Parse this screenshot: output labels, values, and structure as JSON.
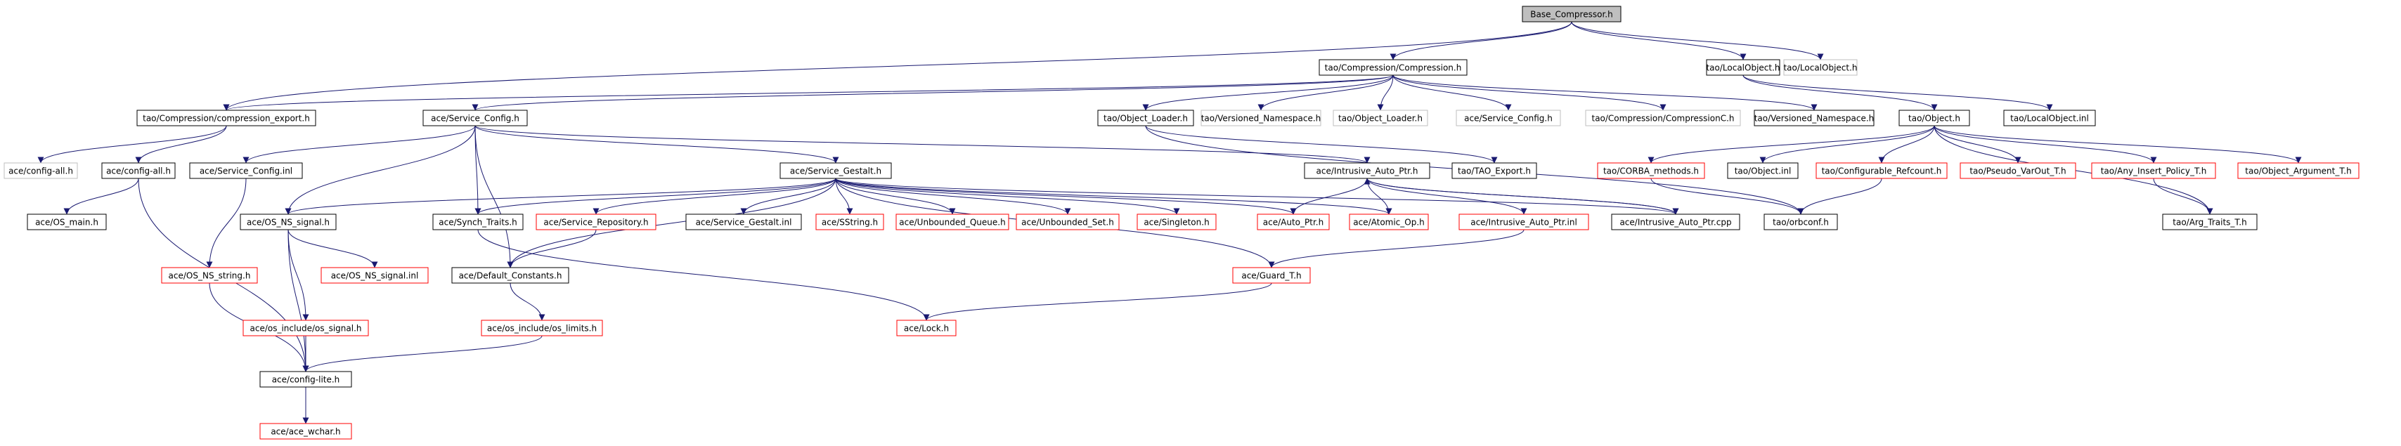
{
  "graph": {
    "edge_color": "#191970",
    "style_colors": {
      "root": {
        "fill": "#bfbfbf",
        "stroke": "#000000",
        "text": "#000000"
      },
      "normal": {
        "fill": "#ffffff",
        "stroke": "#000000",
        "text": "#000000"
      },
      "red": {
        "fill": "#ffffff",
        "stroke": "#ff0000",
        "text": "#000000"
      },
      "plain": {
        "fill": "#ffffff",
        "stroke": "#bfbfbf",
        "text": "#000000"
      }
    },
    "nodes": [
      {
        "id": "base_compressor",
        "label": "Base_Compressor.h",
        "style": "root"
      },
      {
        "id": "compression_h",
        "label": "tao/Compression/Compression.h",
        "style": "normal"
      },
      {
        "id": "localobject_h",
        "label": "tao/LocalObject.h",
        "style": "normal"
      },
      {
        "id": "localobject_h_plain",
        "label": "tao/LocalObject.h",
        "style": "plain"
      },
      {
        "id": "compression_export",
        "label": "tao/Compression/compression_export.h",
        "style": "normal"
      },
      {
        "id": "service_config_h",
        "label": "ace/Service_Config.h",
        "style": "normal"
      },
      {
        "id": "object_loader_h",
        "label": "tao/Object_Loader.h",
        "style": "normal"
      },
      {
        "id": "versioned_ns_plain",
        "label": "tao/Versioned_Namespace.h",
        "style": "plain"
      },
      {
        "id": "object_loader_plain",
        "label": "tao/Object_Loader.h",
        "style": "plain"
      },
      {
        "id": "service_config_plain",
        "label": "ace/Service_Config.h",
        "style": "plain"
      },
      {
        "id": "compressionc_plain",
        "label": "tao/Compression/CompressionC.h",
        "style": "plain"
      },
      {
        "id": "versioned_ns_h",
        "label": "tao/Versioned_Namespace.h",
        "style": "normal"
      },
      {
        "id": "object_h",
        "label": "tao/Object.h",
        "style": "normal"
      },
      {
        "id": "localobject_inl",
        "label": "tao/LocalObject.inl",
        "style": "normal"
      },
      {
        "id": "config_all_plain",
        "label": "ace/config-all.h",
        "style": "plain"
      },
      {
        "id": "config_all_h",
        "label": "ace/config-all.h",
        "style": "normal"
      },
      {
        "id": "service_config_inl",
        "label": "ace/Service_Config.inl",
        "style": "normal"
      },
      {
        "id": "service_gestalt_h",
        "label": "ace/Service_Gestalt.h",
        "style": "normal"
      },
      {
        "id": "intrusive_auto_ptr_h",
        "label": "ace/Intrusive_Auto_Ptr.h",
        "style": "normal"
      },
      {
        "id": "tao_export_h",
        "label": "tao/TAO_Export.h",
        "style": "normal"
      },
      {
        "id": "corba_methods",
        "label": "tao/CORBA_methods.h",
        "style": "red"
      },
      {
        "id": "object_inl",
        "label": "tao/Object.inl",
        "style": "normal"
      },
      {
        "id": "configurable_refcount",
        "label": "tao/Configurable_Refcount.h",
        "style": "red"
      },
      {
        "id": "pseudo_varout",
        "label": "tao/Pseudo_VarOut_T.h",
        "style": "red"
      },
      {
        "id": "any_insert_policy",
        "label": "tao/Any_Insert_Policy_T.h",
        "style": "red"
      },
      {
        "id": "object_argument",
        "label": "tao/Object_Argument_T.h",
        "style": "red"
      },
      {
        "id": "os_main_h",
        "label": "ace/OS_main.h",
        "style": "normal"
      },
      {
        "id": "os_ns_signal_h",
        "label": "ace/OS_NS_signal.h",
        "style": "normal"
      },
      {
        "id": "synch_traits_h",
        "label": "ace/Synch_Traits.h",
        "style": "normal"
      },
      {
        "id": "service_repository_h",
        "label": "ace/Service_Repository.h",
        "style": "red"
      },
      {
        "id": "service_gestalt_inl",
        "label": "ace/Service_Gestalt.inl",
        "style": "normal"
      },
      {
        "id": "sstring_h",
        "label": "ace/SString.h",
        "style": "red"
      },
      {
        "id": "unbounded_queue_h",
        "label": "ace/Unbounded_Queue.h",
        "style": "red"
      },
      {
        "id": "unbounded_set_h",
        "label": "ace/Unbounded_Set.h",
        "style": "red"
      },
      {
        "id": "singleton_h",
        "label": "ace/Singleton.h",
        "style": "red"
      },
      {
        "id": "auto_ptr_h",
        "label": "ace/Auto_Ptr.h",
        "style": "red"
      },
      {
        "id": "atomic_op_h",
        "label": "ace/Atomic_Op.h",
        "style": "red"
      },
      {
        "id": "intrusive_auto_ptr_inl",
        "label": "ace/Intrusive_Auto_Ptr.inl",
        "style": "red"
      },
      {
        "id": "intrusive_auto_ptr_cpp",
        "label": "ace/Intrusive_Auto_Ptr.cpp",
        "style": "normal"
      },
      {
        "id": "orbconf_h",
        "label": "tao/orbconf.h",
        "style": "normal"
      },
      {
        "id": "arg_traits_h",
        "label": "tao/Arg_Traits_T.h",
        "style": "normal"
      },
      {
        "id": "os_ns_string_h",
        "label": "ace/OS_NS_string.h",
        "style": "red"
      },
      {
        "id": "os_ns_signal_inl",
        "label": "ace/OS_NS_signal.inl",
        "style": "red"
      },
      {
        "id": "default_constants_h",
        "label": "ace/Default_Constants.h",
        "style": "normal"
      },
      {
        "id": "guard_t_h",
        "label": "ace/Guard_T.h",
        "style": "red"
      },
      {
        "id": "os_signal_h",
        "label": "ace/os_include/os_signal.h",
        "style": "red"
      },
      {
        "id": "os_limits_h",
        "label": "ace/os_include/os_limits.h",
        "style": "red"
      },
      {
        "id": "lock_h",
        "label": "ace/Lock.h",
        "style": "red"
      },
      {
        "id": "config_lite_h",
        "label": "ace/config-lite.h",
        "style": "normal"
      },
      {
        "id": "ace_wchar_h",
        "label": "ace/ace_wchar.h",
        "style": "red"
      }
    ],
    "edges": [
      [
        "base_compressor",
        "compression_h"
      ],
      [
        "base_compressor",
        "localobject_h"
      ],
      [
        "base_compressor",
        "localobject_h_plain"
      ],
      [
        "base_compressor",
        "compression_export"
      ],
      [
        "compression_h",
        "compression_export"
      ],
      [
        "compression_h",
        "service_config_h"
      ],
      [
        "compression_h",
        "object_loader_h"
      ],
      [
        "compression_h",
        "versioned_ns_plain"
      ],
      [
        "compression_h",
        "object_loader_plain"
      ],
      [
        "compression_h",
        "service_config_plain"
      ],
      [
        "compression_h",
        "compressionc_plain"
      ],
      [
        "compression_h",
        "versioned_ns_h"
      ],
      [
        "localobject_h",
        "object_h"
      ],
      [
        "localobject_h",
        "localobject_inl"
      ],
      [
        "compression_export",
        "config_all_plain"
      ],
      [
        "compression_export",
        "config_all_h"
      ],
      [
        "service_config_h",
        "service_config_inl"
      ],
      [
        "service_config_h",
        "service_gestalt_h"
      ],
      [
        "service_config_h",
        "intrusive_auto_ptr_h"
      ],
      [
        "service_config_h",
        "os_ns_signal_h"
      ],
      [
        "service_config_h",
        "synch_traits_h"
      ],
      [
        "service_config_h",
        "default_constants_h"
      ],
      [
        "object_loader_h",
        "tao_export_h"
      ],
      [
        "object_loader_h",
        "orbconf_h"
      ],
      [
        "object_h",
        "corba_methods"
      ],
      [
        "object_h",
        "object_inl"
      ],
      [
        "object_h",
        "configurable_refcount"
      ],
      [
        "object_h",
        "pseudo_varout"
      ],
      [
        "object_h",
        "any_insert_policy"
      ],
      [
        "object_h",
        "object_argument"
      ],
      [
        "object_h",
        "arg_traits_h"
      ],
      [
        "config_all_h",
        "os_main_h"
      ],
      [
        "config_all_h",
        "config_lite_h"
      ],
      [
        "service_config_inl",
        "os_ns_string_h"
      ],
      [
        "service_gestalt_h",
        "os_ns_signal_h"
      ],
      [
        "service_gestalt_h",
        "synch_traits_h"
      ],
      [
        "service_gestalt_h",
        "service_repository_h"
      ],
      [
        "service_gestalt_h",
        "service_gestalt_inl"
      ],
      [
        "service_gestalt_h",
        "sstring_h"
      ],
      [
        "service_gestalt_h",
        "unbounded_queue_h"
      ],
      [
        "service_gestalt_h",
        "unbounded_set_h"
      ],
      [
        "service_gestalt_h",
        "singleton_h"
      ],
      [
        "service_gestalt_h",
        "auto_ptr_h"
      ],
      [
        "service_gestalt_h",
        "atomic_op_h"
      ],
      [
        "service_gestalt_h",
        "default_constants_h"
      ],
      [
        "service_gestalt_h",
        "guard_t_h"
      ],
      [
        "service_gestalt_h",
        "intrusive_auto_ptr_cpp"
      ],
      [
        "intrusive_auto_ptr_h",
        "auto_ptr_h"
      ],
      [
        "intrusive_auto_ptr_h",
        "atomic_op_h"
      ],
      [
        "intrusive_auto_ptr_h",
        "intrusive_auto_ptr_inl"
      ],
      [
        "intrusive_auto_ptr_h",
        "intrusive_auto_ptr_cpp"
      ],
      [
        "intrusive_auto_ptr_cpp",
        "intrusive_auto_ptr_h"
      ],
      [
        "corba_methods",
        "orbconf_h"
      ],
      [
        "configurable_refcount",
        "orbconf_h"
      ],
      [
        "any_insert_policy",
        "arg_traits_h"
      ],
      [
        "os_ns_signal_h",
        "os_ns_signal_inl"
      ],
      [
        "os_ns_signal_h",
        "os_signal_h"
      ],
      [
        "os_ns_signal_h",
        "config_lite_h"
      ],
      [
        "synch_traits_h",
        "lock_h"
      ],
      [
        "service_repository_h",
        "default_constants_h"
      ],
      [
        "default_constants_h",
        "os_limits_h"
      ],
      [
        "guard_t_h",
        "lock_h"
      ],
      [
        "intrusive_auto_ptr_inl",
        "guard_t_h"
      ],
      [
        "os_ns_string_h",
        "config_lite_h"
      ],
      [
        "os_signal_h",
        "config_lite_h"
      ],
      [
        "os_limits_h",
        "config_lite_h"
      ],
      [
        "config_lite_h",
        "ace_wchar_h"
      ]
    ]
  }
}
